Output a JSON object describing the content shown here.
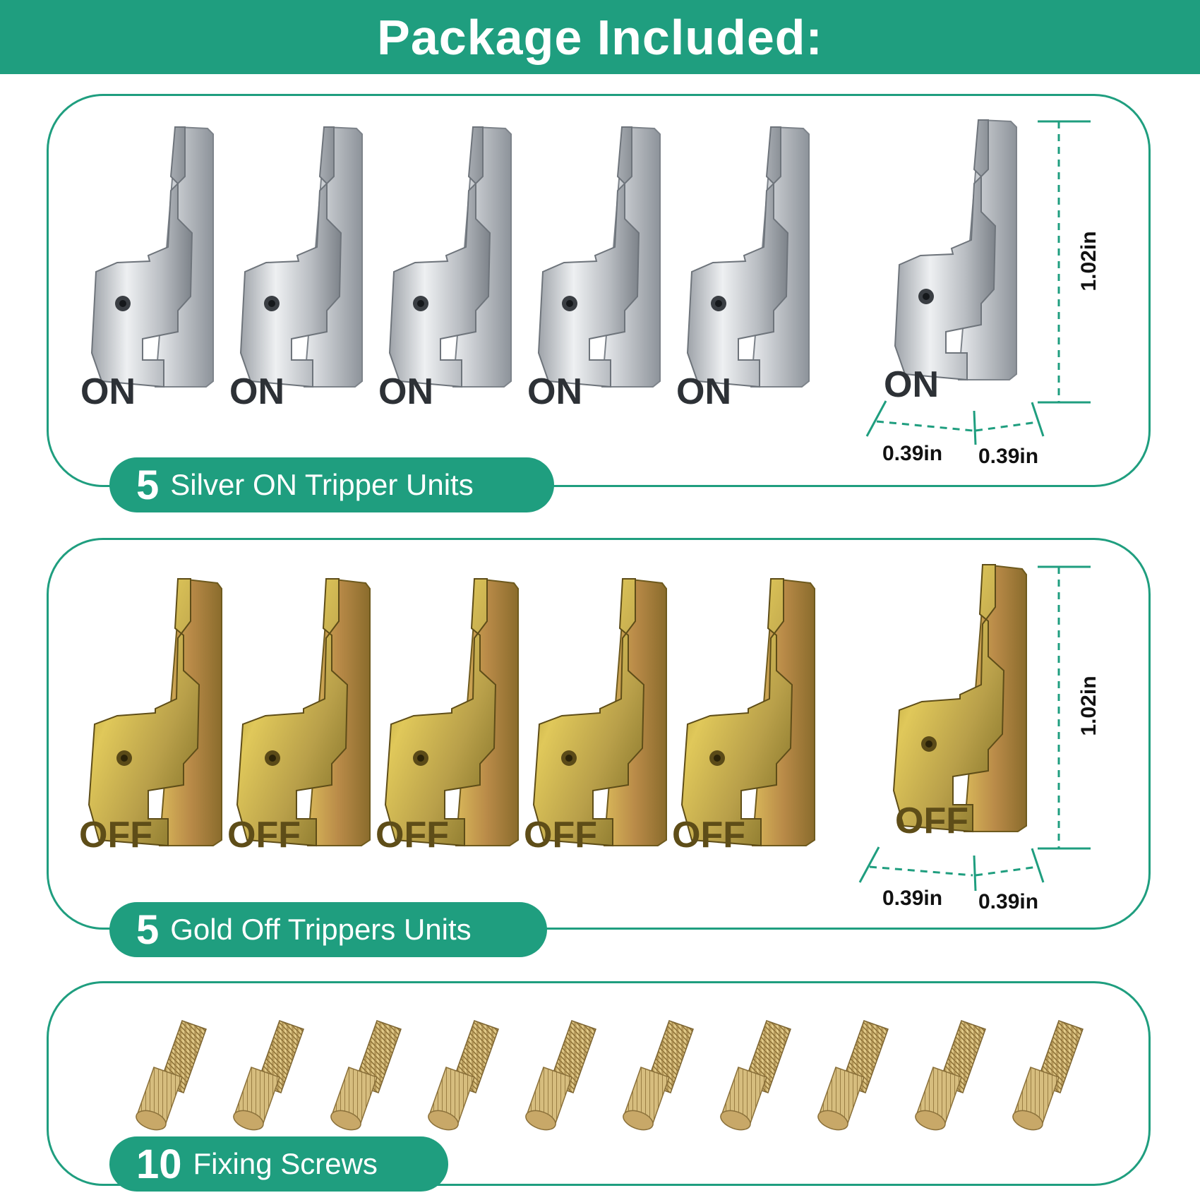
{
  "header": {
    "title": "Package Included:"
  },
  "silver_panel": {
    "count": "5",
    "label": "Silver ON Tripper Units",
    "stamp": "ON",
    "dim_height": "1.02in",
    "dim_width_left": "0.39in",
    "dim_width_right": "0.39in"
  },
  "gold_panel": {
    "count": "5",
    "label": "Gold Off Trippers Units",
    "stamp": "OFF",
    "dim_height": "1.02in",
    "dim_width_left": "0.39in",
    "dim_width_right": "0.39in"
  },
  "screws_panel": {
    "count": "10",
    "label": "Fixing Screws"
  },
  "colors": {
    "accent": "#1f9e7f",
    "silver": "#c9ccd0",
    "gold": "#c6a93a",
    "brass": "#d8bf7e"
  }
}
